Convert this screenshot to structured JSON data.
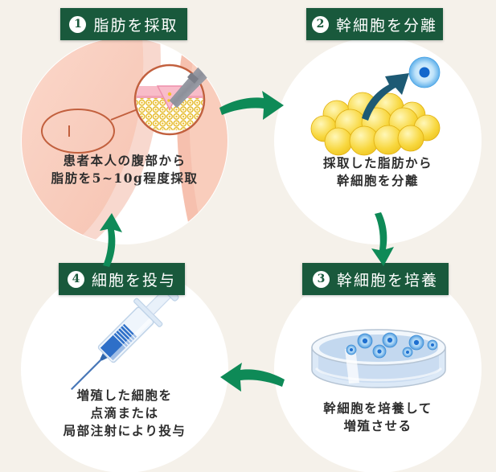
{
  "diagram": {
    "type": "process-cycle",
    "background_color": "#F5F1EA",
    "panel_color": "#FFFFFF",
    "label_box_color": "#19593C",
    "arrow_color": "#0E8A57",
    "caption_color": "#2D2D2D",
    "steps": [
      {
        "number": "1",
        "title": "脂肪を採取",
        "caption_lines": [
          "患者本人の腹部から",
          "脂肪を5~10g程度採取"
        ],
        "illustration": "abdomen-fat-sampling"
      },
      {
        "number": "2",
        "title": "幹細胞を分離",
        "caption_lines": [
          "採取した脂肪から",
          "幹細胞を分離"
        ],
        "illustration": "fat-cluster-to-stem-cell"
      },
      {
        "number": "3",
        "title": "幹細胞を培養",
        "caption_lines": [
          "幹細胞を培養して",
          "増殖させる"
        ],
        "illustration": "petri-dish-culture"
      },
      {
        "number": "4",
        "title": "細胞を投与",
        "caption_lines": [
          "増殖した細胞を",
          "点滴または",
          "局部注射により投与"
        ],
        "illustration": "syringe-administration"
      }
    ],
    "arrows": [
      {
        "name": "arrow-step1-to-step2",
        "direction": "right"
      },
      {
        "name": "arrow-step2-to-step3",
        "direction": "down"
      },
      {
        "name": "arrow-step3-to-step4",
        "direction": "left"
      },
      {
        "name": "arrow-step4-to-step1",
        "direction": "up"
      }
    ]
  }
}
